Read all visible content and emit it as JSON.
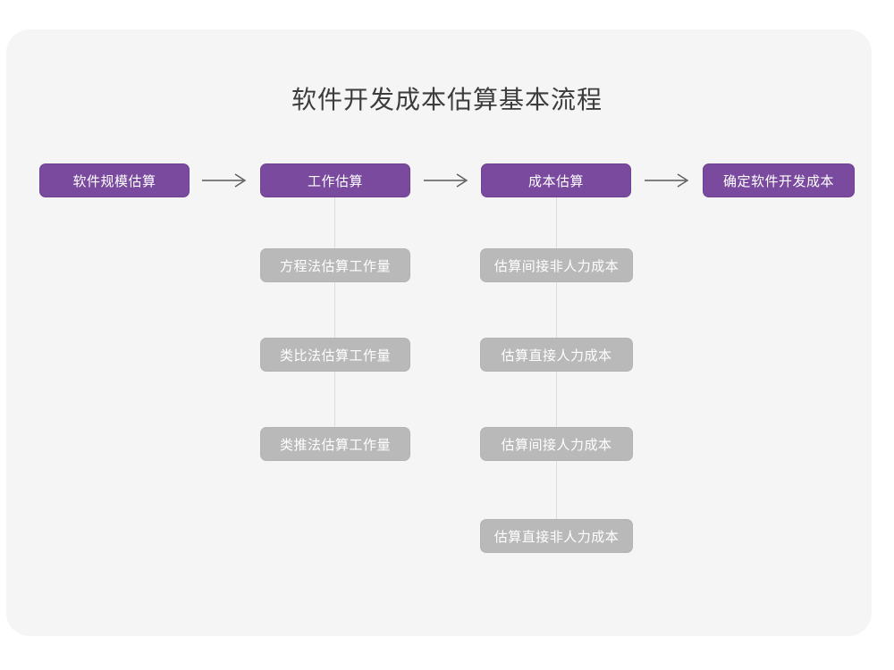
{
  "diagram": {
    "title": "软件开发成本估算基本流程",
    "type": "flowchart",
    "colors": {
      "page_background": "#ffffff",
      "card_background": "#f5f5f5",
      "primary_node": "#7a4a9e",
      "secondary_node": "#b9b9b9",
      "node_text": "#ffffff",
      "title_text": "#3c3c3c",
      "connector_line": "#dcdcdc",
      "arrow": "#5a5a5a"
    },
    "main_flow": [
      {
        "id": "step-1",
        "label": "软件规模估算"
      },
      {
        "id": "step-2",
        "label": "工作估算"
      },
      {
        "id": "step-3",
        "label": "成本估算"
      },
      {
        "id": "step-4",
        "label": "确定软件开发成本"
      }
    ],
    "arrows": [
      {
        "id": "arrow-1",
        "glyph": "arrow-right-icon",
        "from": "软件规模估算",
        "to": "工作估算"
      },
      {
        "id": "arrow-2",
        "glyph": "arrow-right-icon",
        "from": "工作估算",
        "to": "成本估算"
      },
      {
        "id": "arrow-3",
        "glyph": "arrow-right-icon",
        "from": "成本估算",
        "to": "确定软件开发成本"
      }
    ],
    "branches": [
      {
        "parent": "工作估算",
        "items": [
          {
            "label": "方程法估算工作量"
          },
          {
            "label": "类比法估算工作量"
          },
          {
            "label": "类推法估算工作量"
          }
        ]
      },
      {
        "parent": "成本估算",
        "items": [
          {
            "label": "估算间接非人力成本"
          },
          {
            "label": "估算直接人力成本"
          },
          {
            "label": "估算间接人力成本"
          },
          {
            "label": "估算直接非人力成本"
          }
        ]
      }
    ]
  }
}
